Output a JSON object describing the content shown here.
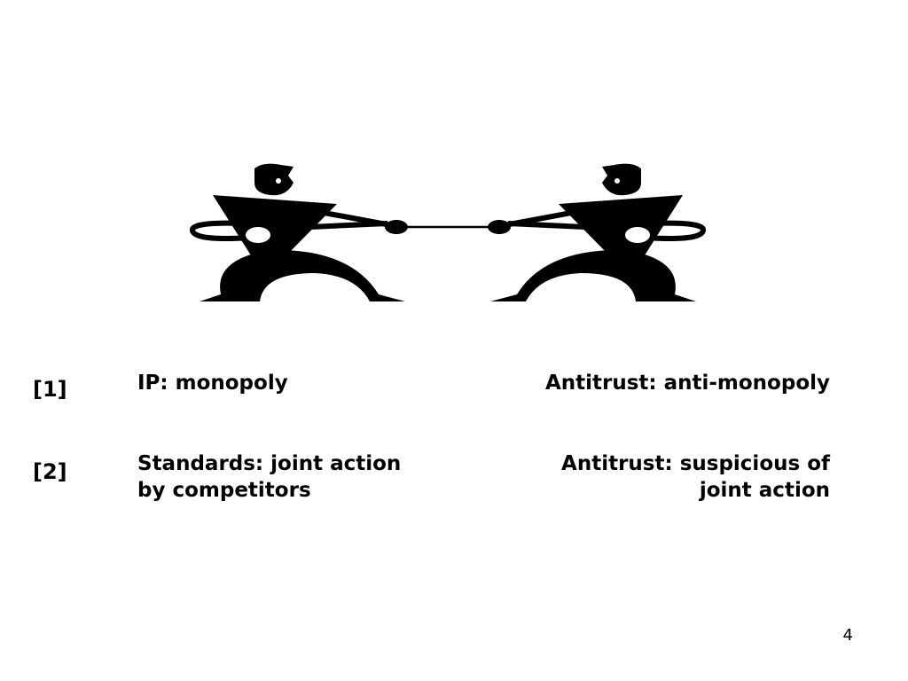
{
  "rows": [
    {
      "label": "[1]",
      "left_lines": [
        "IP: monopoly"
      ],
      "right_lines": [
        "Antitrust: anti-monopoly"
      ]
    },
    {
      "label": "[2]",
      "left_lines": [
        "Standards: joint action",
        "by competitors"
      ],
      "right_lines": [
        "Antitrust: suspicious of",
        "joint action"
      ]
    }
  ],
  "illustration": {
    "icon": "tug-of-war-icon",
    "color": "#000000"
  },
  "page_number": "4"
}
